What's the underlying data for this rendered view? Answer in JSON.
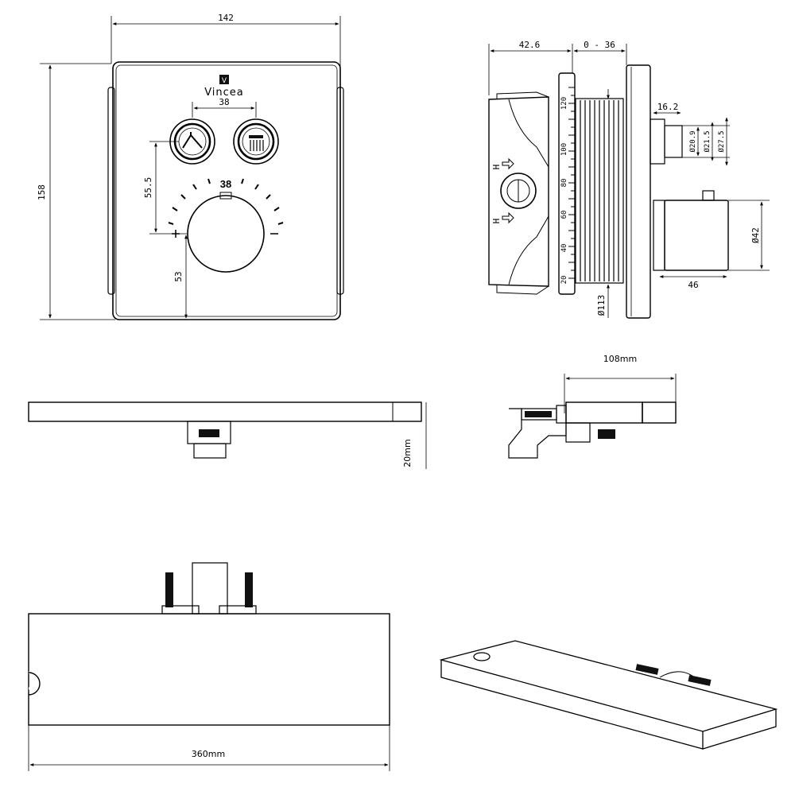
{
  "colors": {
    "line": "#000000",
    "paper": "#ffffff",
    "fill_dark": "#111111"
  },
  "front_view": {
    "width_dim": "142",
    "height_dim": "158",
    "brand": "Vincea",
    "brand_mark": "V",
    "button_spacing_dim": "38",
    "button_height_dim": "55.5",
    "knob_height_dim": "53",
    "knob_scale_value": "38",
    "icons": [
      "handheld-shower-icon",
      "rain-shower-icon"
    ]
  },
  "side_view": {
    "depth_dim": "42.6",
    "adjust_range_dim": "0 - 36",
    "outlet_len_dim": "16.2",
    "outlet_d1": "Ø20.9",
    "outlet_d2": "Ø21.5",
    "outlet_d3": "Ø27.5",
    "knob_diameter_dim": "Ø42",
    "knob_length_dim": "46",
    "sleeve_diameter_dim": "Ø113",
    "scale_labels": [
      "20",
      "40",
      "60",
      "80",
      "100",
      "120"
    ],
    "hot_labels": [
      "H",
      "H"
    ]
  },
  "shelf_top_view": {
    "height_dim": "20mm"
  },
  "shelf_side_view": {
    "depth_dim": "108mm"
  },
  "shelf_front_view": {
    "width_dim": "360mm"
  }
}
